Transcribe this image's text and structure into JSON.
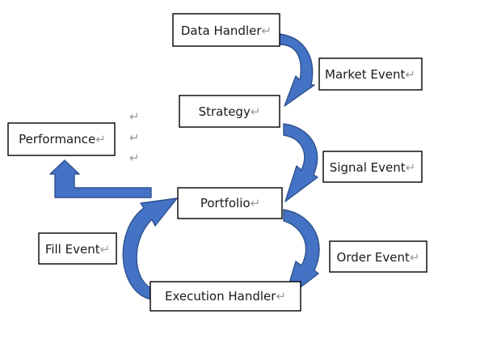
{
  "diagram": {
    "nodes": {
      "data_handler": "Data Handler",
      "strategy": "Strategy",
      "portfolio": "Portfolio",
      "execution_handler": "Execution Handler",
      "performance": "Performance"
    },
    "events": {
      "market_event": "Market Event",
      "signal_event": "Signal Event",
      "order_event": "Order Event",
      "fill_event": "Fill Event"
    },
    "paragraph_mark": "↵",
    "arrow_color": "#4472c4",
    "arrow_outline": "#2f528f"
  }
}
